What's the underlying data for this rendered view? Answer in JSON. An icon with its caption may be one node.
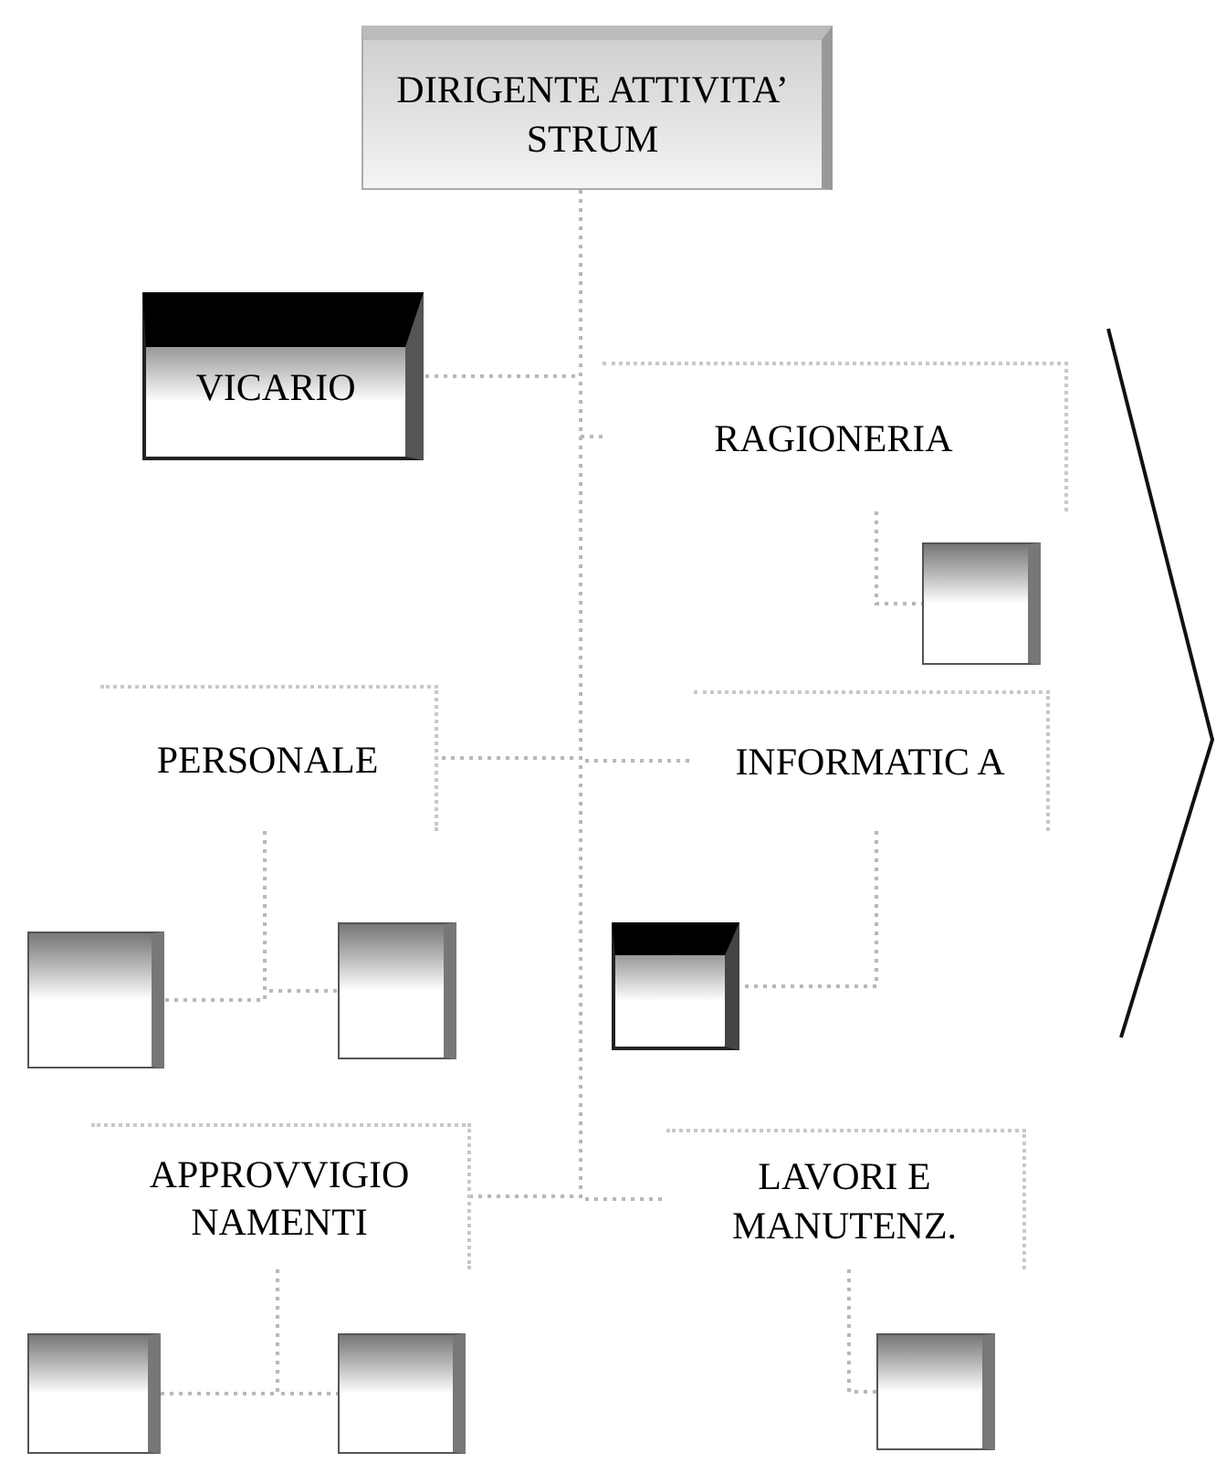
{
  "diagram": {
    "nodes": [
      {
        "text": [
          "DIRIGENTE ATTIVITA’ STRUM"
        ]
      },
      {
        "text": [
          "VICARIO"
        ]
      },
      {
        "text": [
          "RAGIONERIA"
        ]
      },
      {
        "text": [],
        "shape": "box"
      },
      {
        "text": [
          "PERSONALE"
        ]
      },
      {
        "text": [
          "INFORMATIC A"
        ]
      },
      {
        "text": [],
        "shape": "box"
      },
      {
        "text": [],
        "shape": "box"
      },
      {
        "text": [],
        "shape": "box"
      },
      {
        "text": [
          "APPROVVIGIO NAMENTI"
        ]
      },
      {
        "text": [
          "LAVORI E MANUTENZ."
        ]
      },
      {
        "text": [],
        "shape": "box"
      },
      {
        "text": [],
        "shape": "box"
      },
      {
        "text": [],
        "shape": "box"
      }
    ],
    "edges": [
      {
        "from": 0,
        "to": 1,
        "arrow": "none"
      },
      {
        "from": 0,
        "to": 2,
        "arrow": "none"
      },
      {
        "from": 0,
        "to": 4,
        "arrow": "none"
      },
      {
        "from": 0,
        "to": 5,
        "arrow": "none"
      },
      {
        "from": 0,
        "to": 9,
        "arrow": "none"
      },
      {
        "from": 0,
        "to": 10,
        "arrow": "none"
      },
      {
        "from": 2,
        "to": 3,
        "arrow": "none"
      },
      {
        "from": 4,
        "to": 6,
        "arrow": "none"
      },
      {
        "from": 4,
        "to": 7,
        "arrow": "none"
      },
      {
        "from": 5,
        "to": 8,
        "arrow": "none"
      },
      {
        "from": 9,
        "to": 11,
        "arrow": "none"
      },
      {
        "from": 9,
        "to": 12,
        "arrow": "none"
      },
      {
        "from": 10,
        "to": 13,
        "arrow": "none"
      }
    ]
  }
}
